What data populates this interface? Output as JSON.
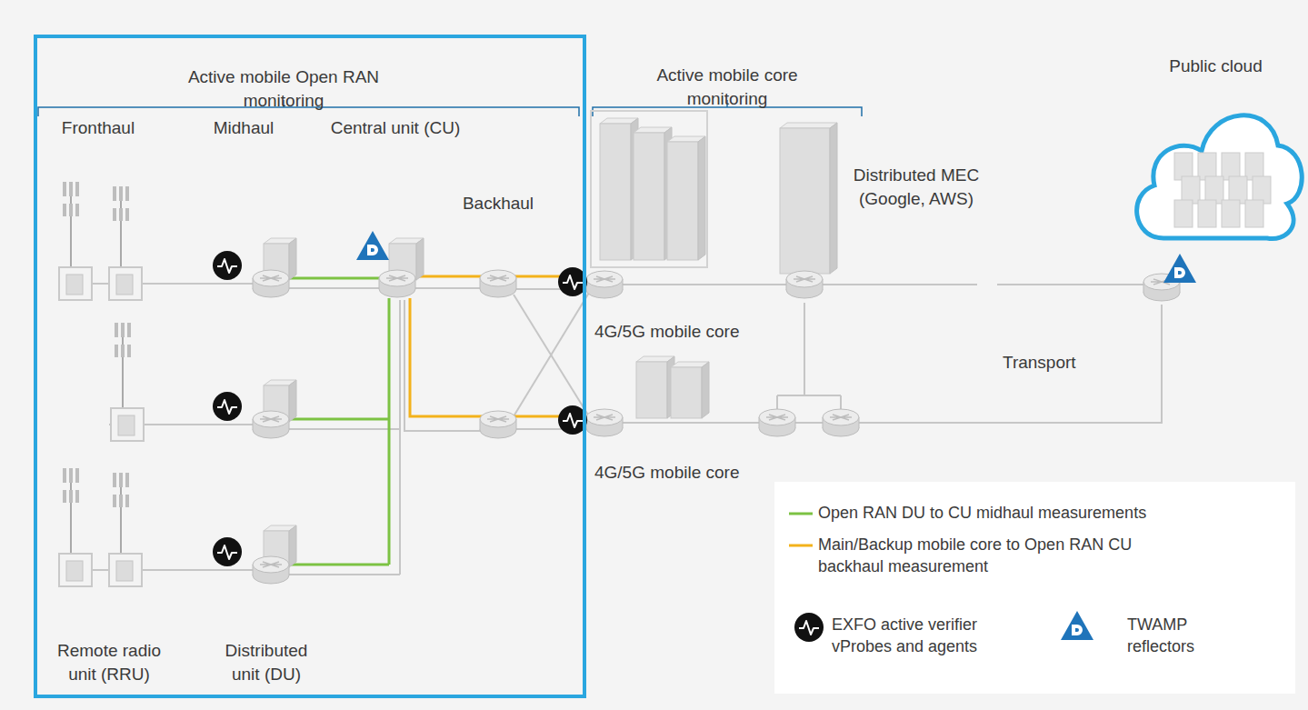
{
  "diagram": {
    "nodes": [
      {
        "text": [
          "Active mobile Open RAN monitoring"
        ]
      },
      {
        "text": [
          "4G/5G mobile core"
        ]
      },
      {
        "text": [
          "Distributed MEC (Google, AWS)"
        ]
      },
      {
        "text": [
          "Public cloud"
        ]
      },
      {
        "text": [
          "4G/5G mobile core"
        ]
      }
    ],
    "edges": [
      {
        "from": 1,
        "to": 2,
        "arrow": "none"
      },
      {
        "from": 2,
        "to": 3,
        "arrow": "none"
      },
      {
        "from": 4,
        "to": 3,
        "arrow": "none"
      }
    ],
    "labels": [
      "Active mobile core monitoring",
      "Fronthaul",
      "Midhaul",
      "Central unit (CU)",
      "Backhaul",
      "Remote radio unit (RRU)",
      "Distributed unit (DU)",
      "Transport"
    ],
    "legend": [
      {
        "text": "Open RAN DU to CU midhaul measurements"
      },
      {
        "text": "Main/Backup mobile core to Open RAN CU backhaul measurement"
      },
      {
        "text": "EXFO active verifier vProbes and agents"
      },
      {
        "text": "TWAMP reflectors"
      }
    ]
  }
}
